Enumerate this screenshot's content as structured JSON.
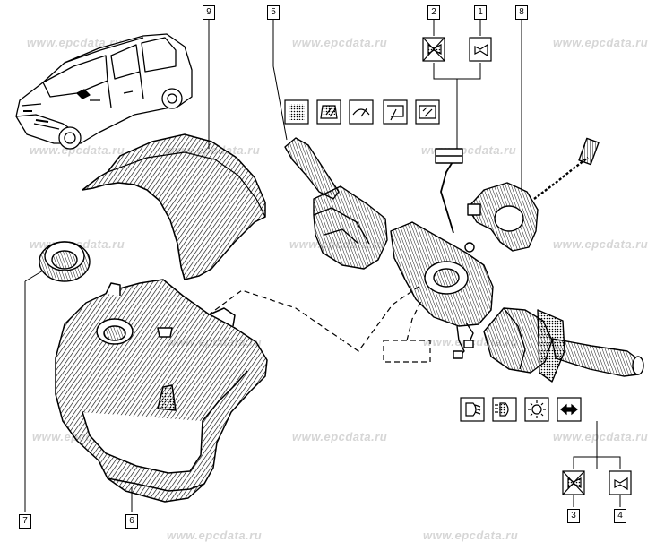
{
  "watermark": {
    "text": "www.epcdata.ru",
    "color": "#d6d6d6"
  },
  "callouts": {
    "c1": "1",
    "c2": "2",
    "c3": "3",
    "c4": "4",
    "c5": "5",
    "c6": "6",
    "c7": "7",
    "c8": "8",
    "c9": "9"
  },
  "symbols": {
    "wiper_row": [
      "wiper-intermittent-icon",
      "wiper-front-icon",
      "wiper-single-icon",
      "wiper-rear-icon",
      "washer-rear-icon"
    ],
    "light_row": [
      "low-beam-icon",
      "high-beam-icon",
      "sidelight-icon",
      "turn-signal-icon"
    ],
    "horn_top": [
      "horn-crossed-icon",
      "horn-icon"
    ],
    "horn_bottom": [
      "horn-crossed-icon",
      "horn-icon"
    ]
  },
  "colors": {
    "line": "#000000",
    "background": "#ffffff"
  }
}
